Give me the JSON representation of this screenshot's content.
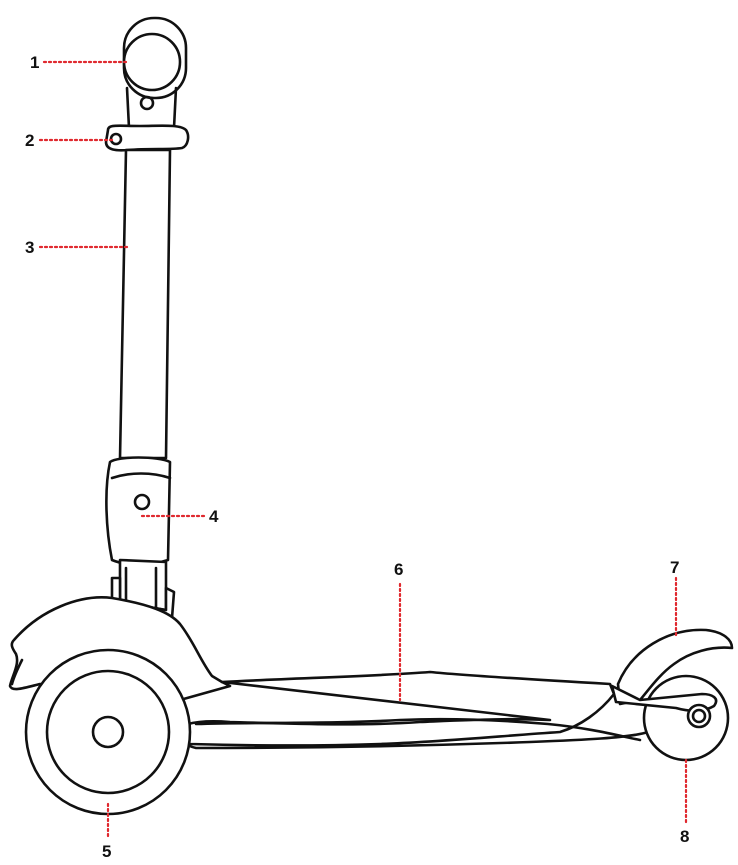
{
  "diagram": {
    "subject": "kick-scooter",
    "colors": {
      "outline": "#111111",
      "leader": "#e0282e",
      "background": "#ffffff"
    },
    "callouts": [
      {
        "id": "c1",
        "label": "1"
      },
      {
        "id": "c2",
        "label": "2"
      },
      {
        "id": "c3",
        "label": "3"
      },
      {
        "id": "c4",
        "label": "4"
      },
      {
        "id": "c5",
        "label": "5"
      },
      {
        "id": "c6",
        "label": "6"
      },
      {
        "id": "c7",
        "label": "7"
      },
      {
        "id": "c8",
        "label": "8"
      }
    ]
  }
}
